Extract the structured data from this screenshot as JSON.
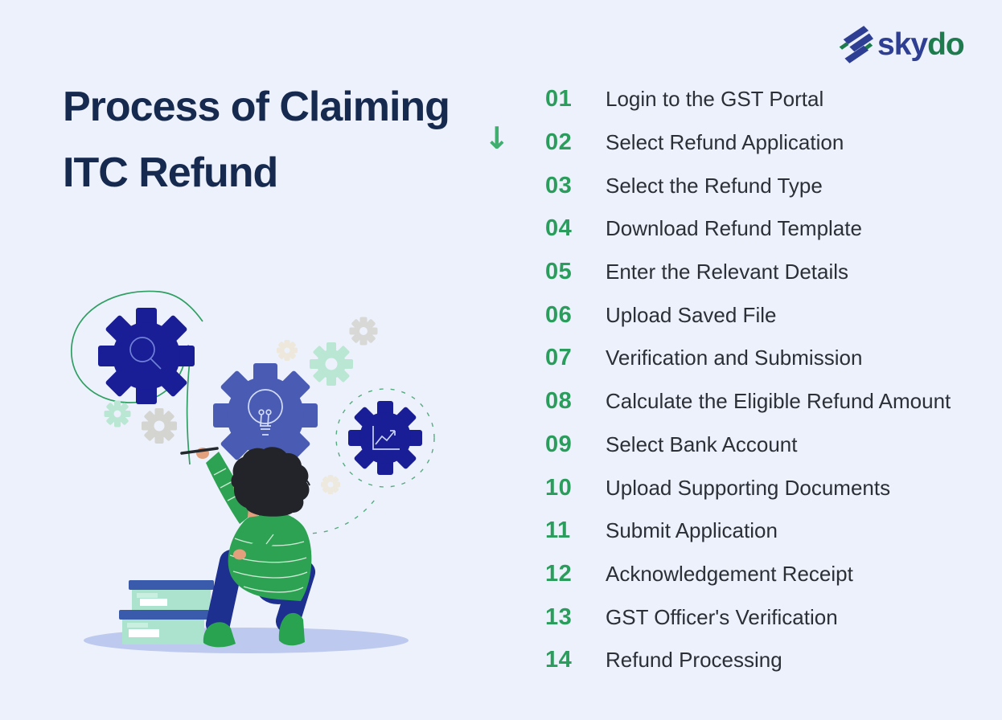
{
  "logo": {
    "icon": "skydo-chevron-icon",
    "text_blue": "sky",
    "text_green": "do"
  },
  "header": {
    "title_line1": "Process of Claiming",
    "title_line2": "ITC Refund",
    "arrow_glyph": "↓",
    "arrow_icon": "down-arrow-icon"
  },
  "steps": [
    {
      "number": "01",
      "label": "Login to the GST Portal"
    },
    {
      "number": "02",
      "label": "Select Refund Application"
    },
    {
      "number": "03",
      "label": "Select the Refund Type"
    },
    {
      "number": "04",
      "label": "Download Refund Template"
    },
    {
      "number": "05",
      "label": "Enter the Relevant Details"
    },
    {
      "number": "06",
      "label": "Upload Saved File"
    },
    {
      "number": "07",
      "label": "Verification and Submission"
    },
    {
      "number": "08",
      "label": "Calculate the Eligible Refund Amount"
    },
    {
      "number": "09",
      "label": "Select Bank Account"
    },
    {
      "number": "10",
      "label": "Upload Supporting Documents"
    },
    {
      "number": "11",
      "label": "Submit Application"
    },
    {
      "number": "12",
      "label": "Acknowledgement Receipt"
    },
    {
      "number": "13",
      "label": "GST Officer's Verification"
    },
    {
      "number": "14",
      "label": "Refund Processing"
    }
  ],
  "illustration": {
    "icons": [
      "gear-magnifier-icon",
      "gear-lightbulb-icon",
      "gear-chart-icon",
      "small-gears",
      "woman-drawing",
      "stacked-books",
      "ground-shadow"
    ]
  },
  "colors": {
    "background": "#edf1fb",
    "title_navy": "#16294e",
    "accent_green": "#2a9d5c",
    "step_text": "#2b3037",
    "logo_blue": "#2e3f93",
    "logo_green": "#1e7b4e",
    "gear_dark_navy": "#191d96",
    "gear_blue": "#4a5bb4",
    "gear_mint": "#b9e7d3",
    "gear_gray": "#d8d8d6",
    "shadow_periwinkle": "#bdc9ee",
    "sweater_green": "#2da252",
    "pants_navy": "#1d2f8f",
    "arrow_green": "#3fae6e"
  }
}
